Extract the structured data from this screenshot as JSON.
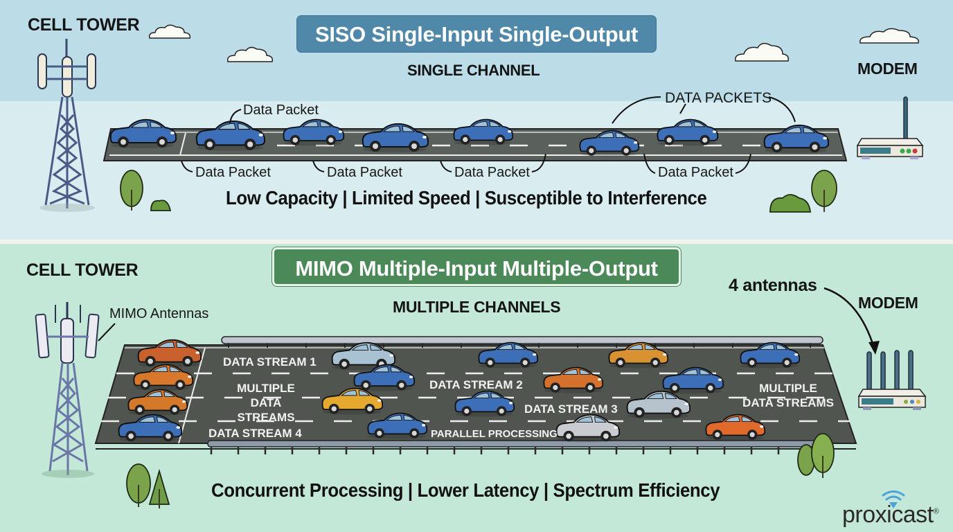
{
  "siso": {
    "title": "SISO Single-Input Single-Output",
    "subtitle": "SINGLE CHANNEL",
    "tower_label": "CELL TOWER",
    "modem_label": "MODEM",
    "callouts": {
      "packet_top": "Data Packet",
      "packets_group": "DATA PACKETS",
      "packet_bottom_1": "Data Packet",
      "packet_bottom_2": "Data Packet",
      "packet_bottom_3": "Data Packet",
      "packet_bottom_4": "Data Packet"
    },
    "tagline": "Low Capacity | Limited Speed | Susceptible to Interference",
    "colors": {
      "title_bg": "#4f88a9",
      "sky": "#bcdde8",
      "ground": "#d9ecef",
      "car": "#3d6fb8"
    }
  },
  "mimo": {
    "title": "MIMO Multiple-Input Multiple-Output",
    "subtitle": "MULTIPLE CHANNELS",
    "tower_label": "CELL TOWER",
    "tower_callout": "MIMO Antennas",
    "modem_label": "MODEM",
    "modem_callout": "4 antennas",
    "road_labels": {
      "stream_1": "DATA STREAM 1",
      "stream_2": "DATA STREAM 2",
      "stream_3": "DATA STREAM 3",
      "stream_4": "DATA STREAM 4",
      "multi_left_1": "MULTIPLE",
      "multi_left_2": "DATA STREAMS",
      "multi_right_1": "MULTIPLE",
      "multi_right_2": "DATA STREAMS",
      "parallel": "PARALLEL PROCESSING"
    },
    "tagline": "Concurrent Processing | Lower Latency | Spectrum Efficiency",
    "colors": {
      "title_bg": "#4b8a58",
      "background": "#c3e8d8",
      "road": "#50564f"
    }
  },
  "brand": {
    "name": "proxicast",
    "mark": "®",
    "icon": "wifi-signal-icon",
    "color": "#4aa3d9"
  }
}
